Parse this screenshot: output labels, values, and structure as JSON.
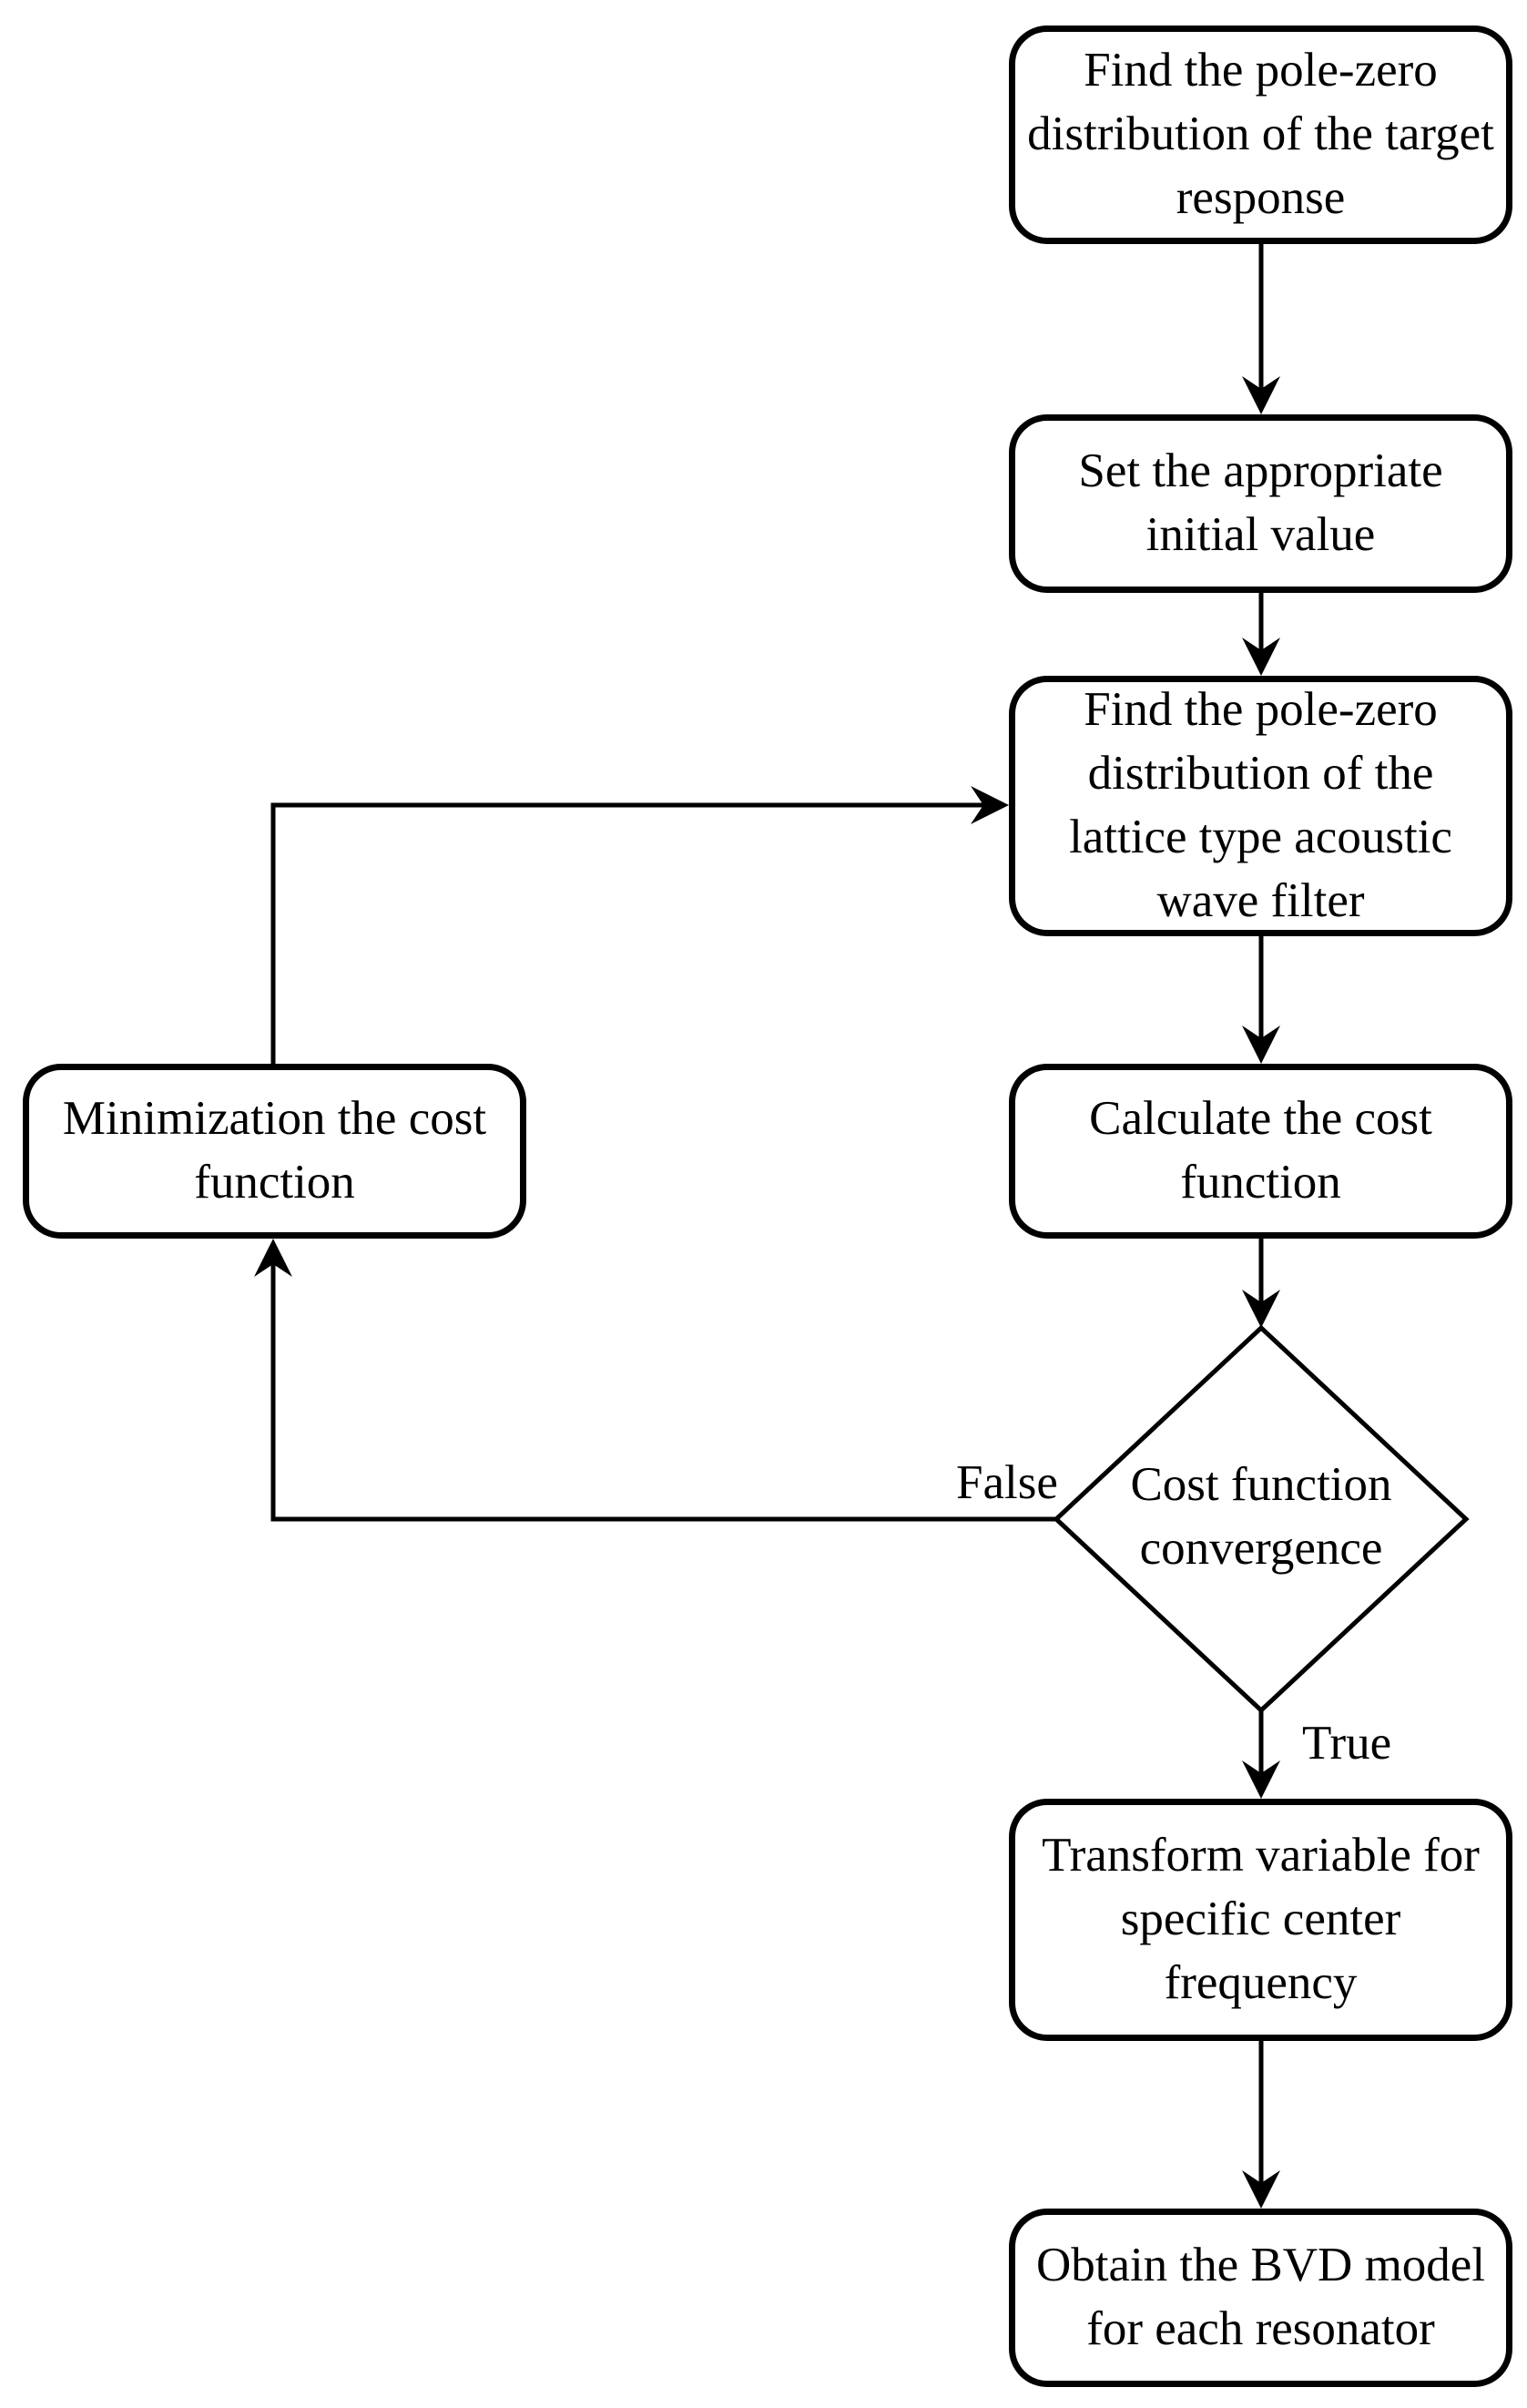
{
  "flowchart": {
    "nodes": [
      {
        "id": "find-target-pole-zero",
        "type": "process",
        "label": "Find the pole-zero\ndistribution of the target\nresponse"
      },
      {
        "id": "set-initial-value",
        "type": "process",
        "label": "Set the appropriate\ninitial value"
      },
      {
        "id": "find-lattice-pole-zero",
        "type": "process",
        "label": "Find the pole-zero\ndistribution of the\nlattice type acoustic\nwave filter"
      },
      {
        "id": "calculate-cost-function",
        "type": "process",
        "label": "Calculate the cost\nfunction"
      },
      {
        "id": "cost-function-convergence",
        "type": "decision",
        "label": "Cost function\nconvergence"
      },
      {
        "id": "minimization-cost-function",
        "type": "process",
        "label": "Minimization the cost\nfunction"
      },
      {
        "id": "transform-variable",
        "type": "process",
        "label": "Transform variable for\nspecific center\nfrequency"
      },
      {
        "id": "obtain-bvd-model",
        "type": "process",
        "label": "Obtain the BVD model\nfor each resonator"
      }
    ],
    "edge_labels": {
      "false_branch": "False",
      "true_branch": "True"
    },
    "colors": {
      "line": "#000000",
      "node_border": "#000000",
      "node_fill": "#ffffff",
      "text": "#000000",
      "background": "#ffffff"
    }
  }
}
